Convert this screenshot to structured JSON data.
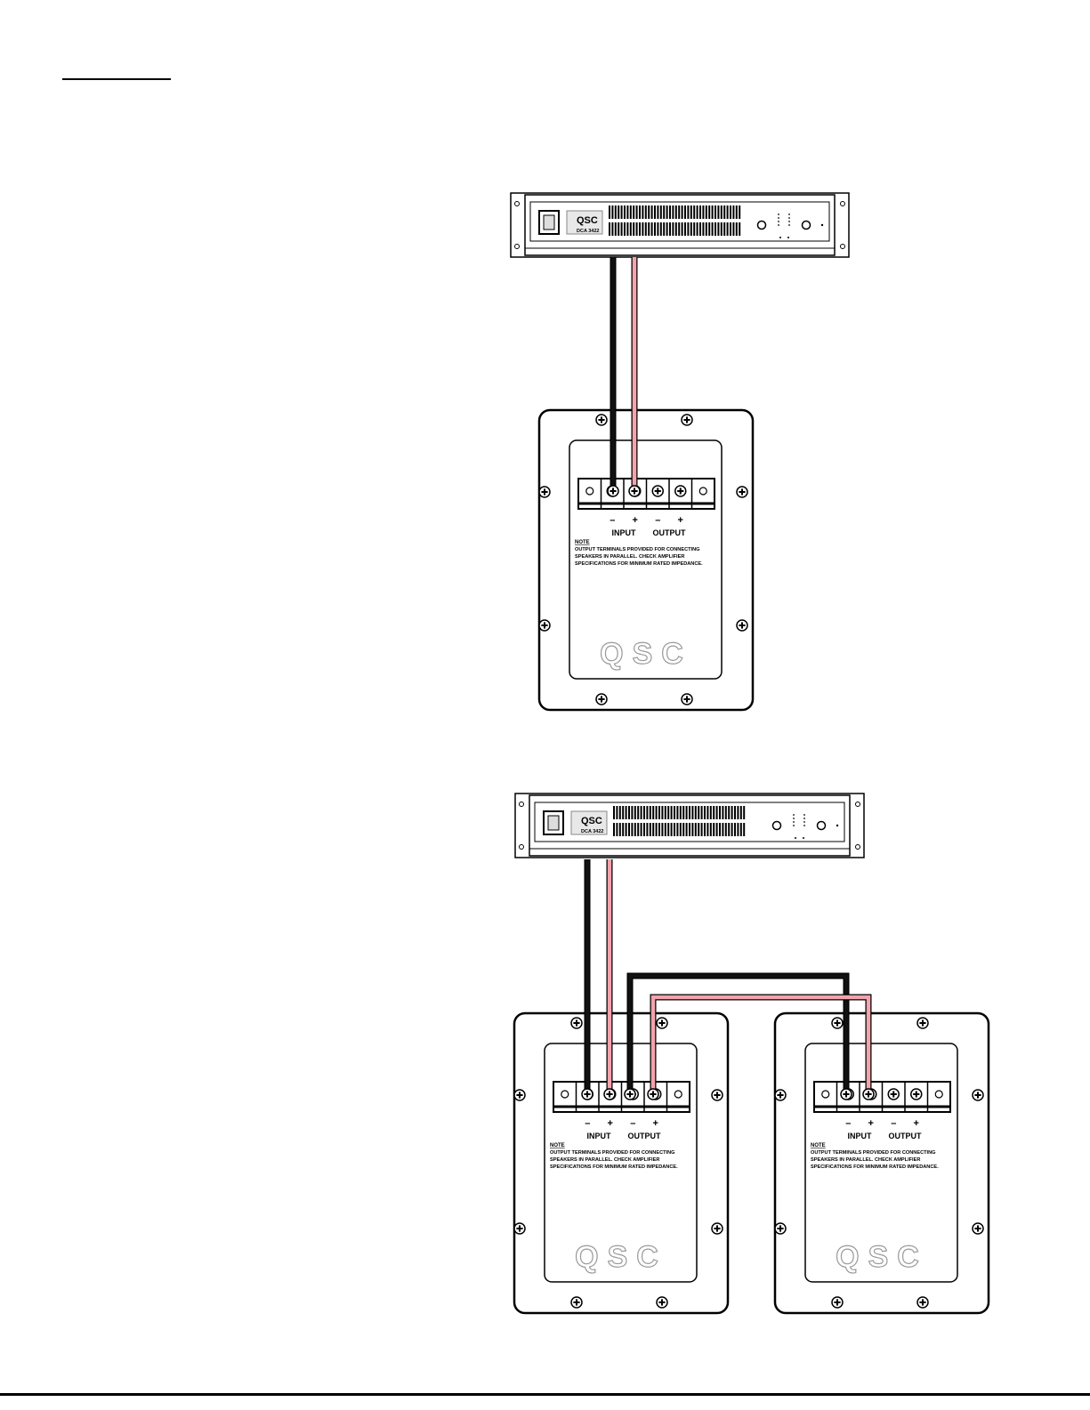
{
  "amplifier": {
    "brand": "QSC",
    "model": "DCA 3422"
  },
  "terminal_panel": {
    "input_label": "INPUT",
    "output_label": "OUTPUT",
    "minus": "–",
    "plus": "+",
    "note_title": "NOTE",
    "note_lines": [
      "OUTPUT TERMINALS PROVIDED FOR CONNECTING",
      "SPEAKERS IN PARALLEL.  CHECK AMPLIFIER",
      "SPECIFICATIONS FOR MINIMUM RATED IMPEDANCE."
    ],
    "logo": "QSC"
  },
  "colors": {
    "negative_wire": "#111111",
    "positive_wire": "#f2a3ad",
    "outline": "#000000",
    "background": "#ffffff"
  },
  "diagrams": [
    {
      "name": "single-speaker",
      "amplifiers": 1,
      "speakers": 1
    },
    {
      "name": "two-speakers-parallel",
      "amplifiers": 1,
      "speakers": 2
    }
  ]
}
